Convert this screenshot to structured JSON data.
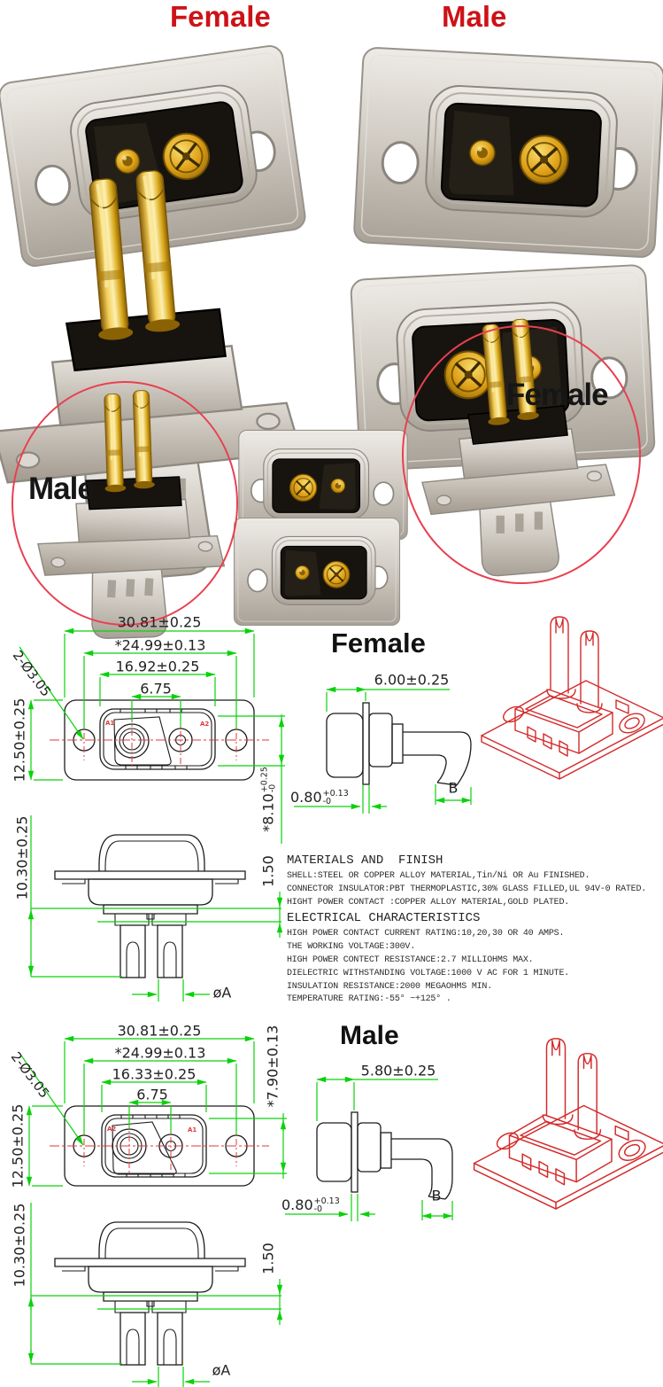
{
  "colors": {
    "label_red": "#cc1318",
    "ink": "#1c1c1c",
    "dim_green": "#0ad20a",
    "centerline_red": "#e03838",
    "sketch_red": "#d42a2a",
    "ellipse_red": "#e84050",
    "gold": "#d9a81a",
    "steel": "#c9c4bc",
    "insert_black": "#17130e",
    "background": "#ffffff"
  },
  "top_photos": {
    "female_label": "Female",
    "male_label": "Male"
  },
  "middle_photos": {
    "male_label": "Male",
    "female_label": "Female"
  },
  "female_drawing": {
    "title": "Female",
    "dim_flange_width": "30.81±0.25",
    "dim_hole_span": "*24.99±0.13",
    "dim_insert_width": "16.92±0.25",
    "dim_contact_pitch": "6.75",
    "dim_hole_diameter": "2-Ø3.05",
    "dim_flange_height": "12.50±0.25",
    "dim_insert_height": "*8.10",
    "dim_insert_height_tol_upper": "+0.25",
    "dim_insert_height_tol_lower": "-0",
    "dim_panel_thickness": "0.80",
    "dim_panel_tol_upper": "+0.13",
    "dim_panel_tol_lower": "-0",
    "dim_shell_depth": "6.00±0.25",
    "dim_tail_width": "B",
    "dim_rear_height": "10.30±0.25",
    "dim_step": "1.50",
    "dim_pin_diameter": "øA",
    "contact_label_left": "A1",
    "contact_label_right": "A2"
  },
  "male_drawing": {
    "title": "Male",
    "dim_flange_width": "30.81±0.25",
    "dim_hole_span": "*24.99±0.13",
    "dim_insert_width": "16.33±0.25",
    "dim_contact_pitch": "6.75",
    "dim_hole_diameter": "2-Ø3.05",
    "dim_flange_height": "12.50±0.25",
    "dim_insert_height": "*7.90±0.13",
    "dim_panel_thickness": "0.80",
    "dim_panel_tol_upper": "+0.13",
    "dim_panel_tol_lower": "-0",
    "dim_shell_depth": "5.80±0.25",
    "dim_tail_width": "B",
    "dim_rear_height": "10.30±0.25",
    "dim_step": "1.50",
    "dim_pin_diameter": "øA",
    "contact_label_left": "A2",
    "contact_label_right": "A1"
  },
  "specs": {
    "materials_title": "MATERIALS AND  FINISH",
    "materials_lines": [
      "SHELL:STEEL OR COPPER ALLOY MATERIAL,Tin/Ni OR Au FINISHED.",
      "CONNECTOR INSULATOR:PBT THERMOPLASTIC,30% GLASS FILLED,UL 94V-0 RATED.",
      "HIGHT POWER CONTACT :COPPER ALLOY MATERIAL,GOLD PLATED."
    ],
    "electrical_title": "ELECTRICAL CHARACTERISTICS",
    "electrical_lines": [
      "HIGH POWER CONTACT CURRENT RATING:10,20,30 OR 40 AMPS.",
      "THE WORKING VOLTAGE:300V.",
      "HIGH POWER CONTECT RESISTANCE:2.7 MILLIOHMS MAX.",
      "DIELECTRIC WITHSTANDING VOLTAGE:1000 V AC FOR 1 MINUTE.",
      "INSULATION RESISTANCE:2000 MEGAOHMS MIN.",
      "TEMPERATURE RATING:-55° ~+125° ."
    ]
  }
}
